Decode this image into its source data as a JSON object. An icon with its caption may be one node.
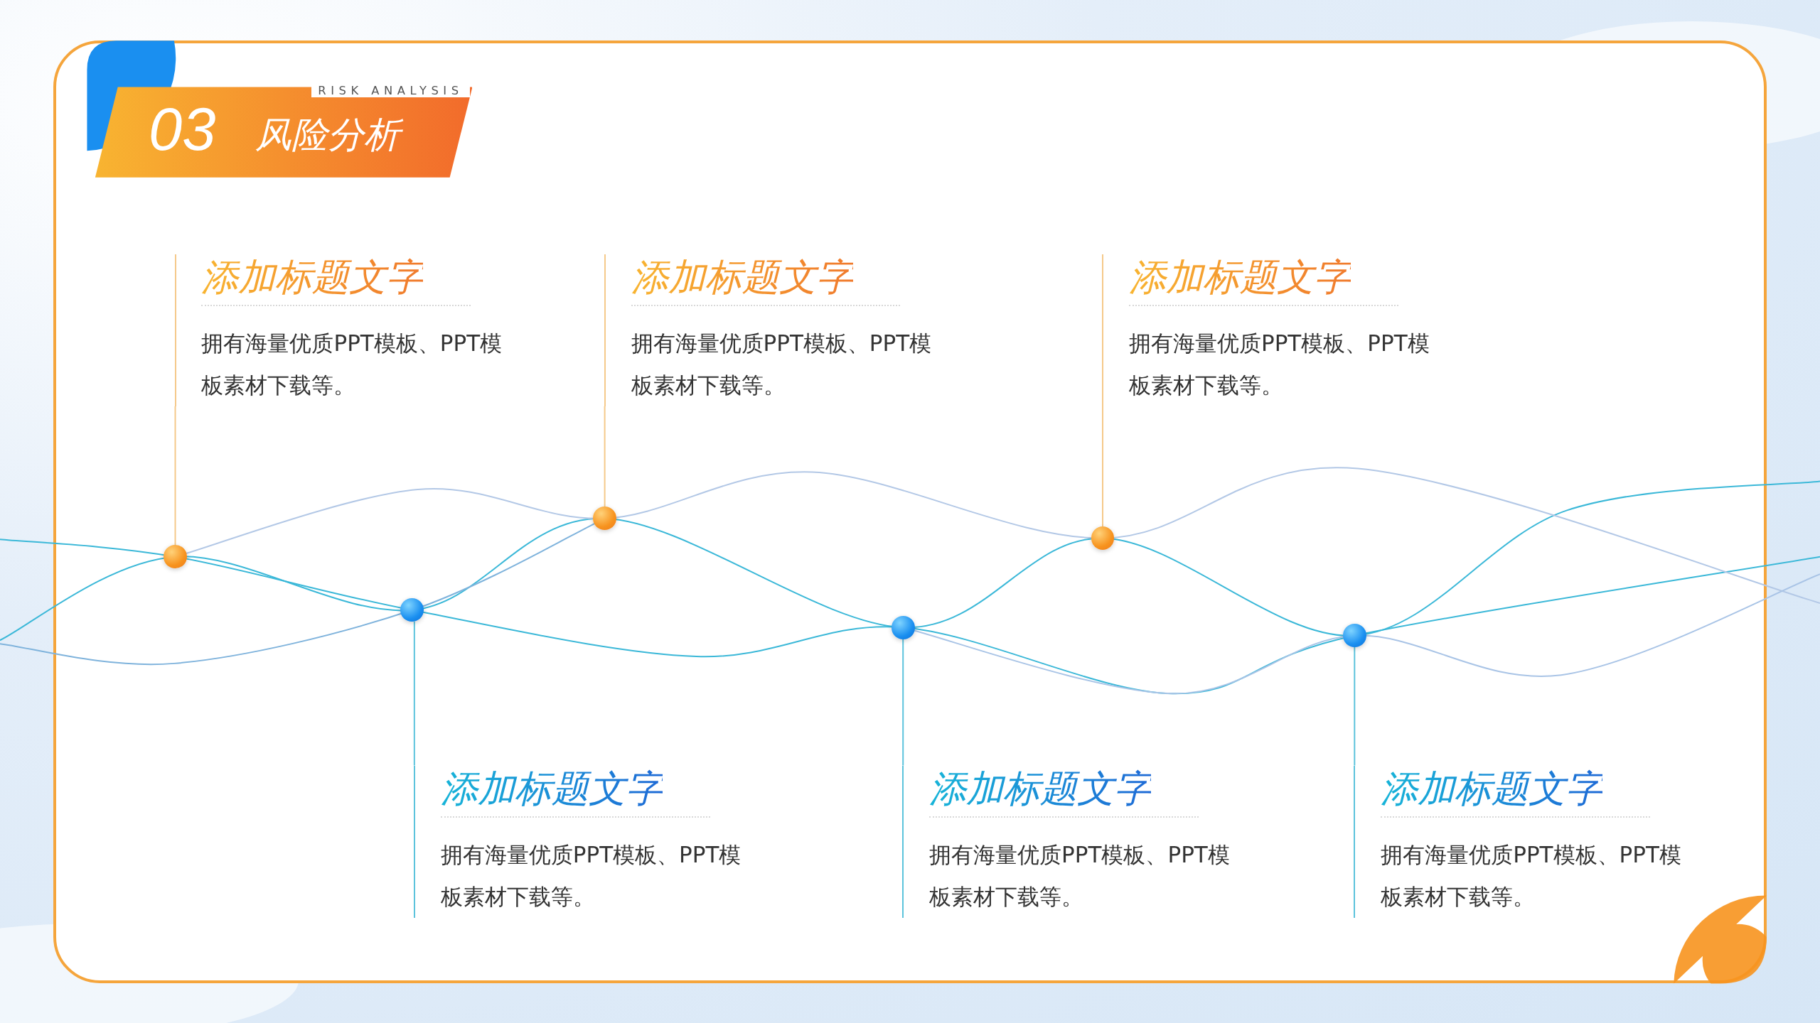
{
  "diagram": {
    "title": "风险分析",
    "nodes": [
      {
        "text": [
          "添加标题文字",
          "拥有海量优质PPT模板、PPT模板素材下载等。"
        ]
      },
      {
        "text": [
          "添加标题文字",
          "拥有海量优质PPT模板、PPT模板素材下载等。"
        ]
      },
      {
        "text": [
          "添加标题文字",
          "拥有海量优质PPT模板、PPT模板素材下载等。"
        ]
      },
      {
        "text": [
          "添加标题文字",
          "拥有海量优质PPT模板、PPT模板素材下载等。"
        ]
      },
      {
        "text": [
          "添加标题文字",
          "拥有海量优质PPT模板、PPT模板素材下载等。"
        ]
      },
      {
        "text": [
          "添加标题文字",
          "拥有海量优质PPT模板、PPT模板素材下载等。"
        ]
      },
      {
        "text": [],
        "shape": "circle"
      },
      {
        "text": [],
        "shape": "circle"
      },
      {
        "text": [],
        "shape": "circle"
      },
      {
        "text": [],
        "shape": "circle"
      },
      {
        "text": [],
        "shape": "circle"
      },
      {
        "text": [],
        "shape": "circle"
      }
    ],
    "edges": [
      {
        "from": 0,
        "to": 6,
        "arrow": "none",
        "color": "#f5c98a"
      },
      {
        "from": 1,
        "to": 8,
        "arrow": "none",
        "color": "#f5c98a"
      },
      {
        "from": 2,
        "to": 10,
        "arrow": "none",
        "color": "#f5c98a"
      },
      {
        "from": 3,
        "to": 7,
        "arrow": "none",
        "color": "#5cc3dc"
      },
      {
        "from": 4,
        "to": 9,
        "arrow": "none",
        "color": "#5cc3dc"
      },
      {
        "from": 5,
        "to": 11,
        "arrow": "none",
        "color": "#5cc3dc"
      }
    ],
    "labels": [
      "RISK ANALYSIS",
      "03"
    ]
  }
}
